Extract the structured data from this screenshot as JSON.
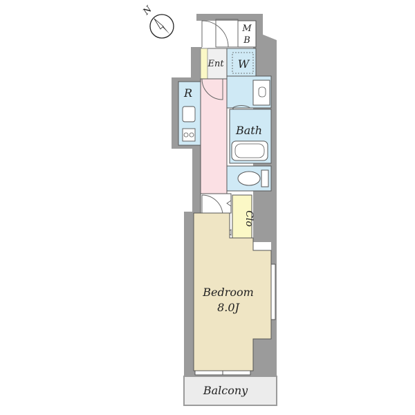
{
  "compass": {
    "north_label": "N"
  },
  "rooms": {
    "mb": {
      "line1": "M",
      "line2": "B"
    },
    "ent": {
      "label": "Ent"
    },
    "washroom": {
      "label": "W"
    },
    "kitchen": {
      "label": "R"
    },
    "bath": {
      "label": "Bath"
    },
    "closet": {
      "label": "Clo"
    },
    "bedroom": {
      "label": "Bedroom",
      "size": "8.0J"
    },
    "balcony": {
      "label": "Balcony"
    }
  },
  "colors": {
    "wall": "#9b9b9b",
    "bath_area": "#cfe9f5",
    "corridor": "#fbe0e4",
    "kitchen": "#cfe9f5",
    "closet": "#fbf8c6",
    "bedroom": "#efe5c4",
    "balcony": "#ececec",
    "entrance": "#f0f0f0"
  }
}
